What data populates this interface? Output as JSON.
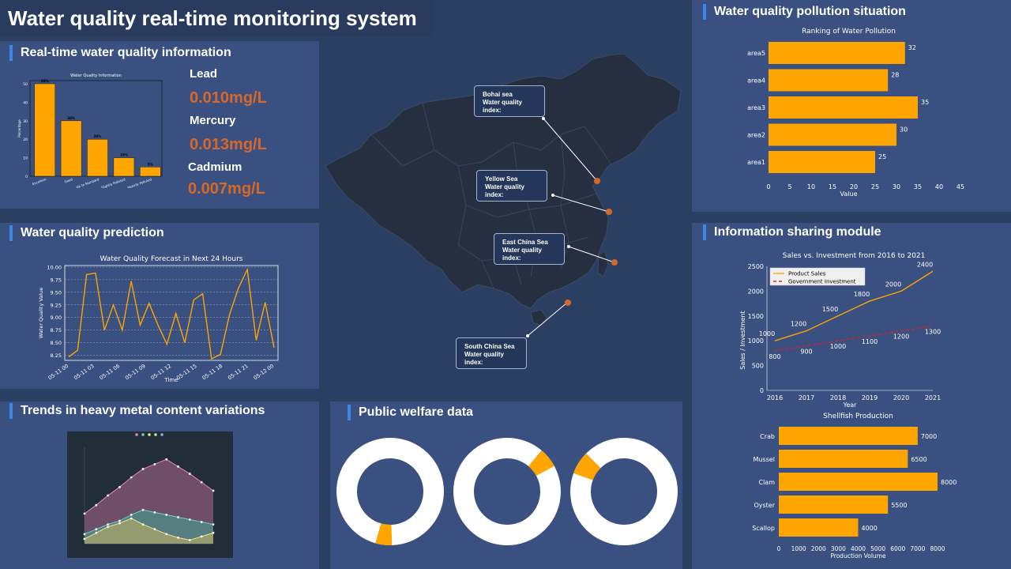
{
  "header": {
    "title": "Water quality real-time monitoring system"
  },
  "sections": {
    "realtime": "Real-time water quality information",
    "prediction": "Water quality prediction",
    "trends": "Trends in heavy metal content variations",
    "welfare": "Public welfare data",
    "pollution": "Water quality pollution situation",
    "sharing": "Information sharing module"
  },
  "metals": [
    {
      "name": "Lead",
      "value": "0.010mg/L"
    },
    {
      "name": "Mercury",
      "value": "0.013mg/L"
    },
    {
      "name": "Cadmium",
      "value": "0.007mg/L"
    }
  ],
  "map": {
    "callouts": [
      {
        "label": "Bohai sea\nWater quality\nindex:"
      },
      {
        "label": "Yellow Sea\nWater quality\nindex:"
      },
      {
        "label": "East China Sea\nWater quality\nindex:"
      },
      {
        "label": "South China Sea\nWater quality\nindex:"
      }
    ],
    "marker_color": "#d8682a"
  },
  "colors": {
    "accent": "#ffa500",
    "panel": "#3a5080",
    "background": "#2b3f63"
  },
  "chart_data": [
    {
      "id": "quality-info",
      "type": "bar",
      "title": "Water Quality Information",
      "ylabel": "Percentage",
      "categories": [
        "Excellent",
        "Good",
        "Up to Standard",
        "Slightly Polluted",
        "Heavily Polluted"
      ],
      "values": [
        50,
        30,
        20,
        10,
        5
      ],
      "labels": [
        "50%",
        "30%",
        "20%",
        "10%",
        "5%"
      ],
      "ylim": [
        0,
        50
      ],
      "yticks": [
        0,
        10,
        20,
        30,
        40,
        50
      ]
    },
    {
      "id": "forecast",
      "type": "line",
      "title": "Water Quality Forecast in Next 24 Hours",
      "xlabel": "Time",
      "ylabel": "Water Quality Value",
      "xticks": [
        "05-11 00",
        "05-11 03",
        "05-11 06",
        "05-11 09",
        "05-11 12",
        "05-11 15",
        "05-11 18",
        "05-11 21",
        "05-12 00"
      ],
      "yticks": [
        "8.25",
        "8.50",
        "8.75",
        "9.00",
        "9.25",
        "9.50",
        "9.75",
        "10.00"
      ],
      "ylim": [
        8.15,
        10.03
      ],
      "values": [
        8.22,
        8.35,
        9.85,
        9.88,
        8.75,
        9.25,
        8.75,
        9.72,
        8.85,
        9.28,
        8.85,
        8.47,
        9.08,
        8.5,
        9.35,
        9.47,
        8.18,
        8.27,
        9.05,
        9.58,
        9.95,
        8.55,
        9.3,
        8.4
      ]
    },
    {
      "id": "heavy-metal",
      "type": "area",
      "series": [
        {
          "values": [
            2.5,
            3.2,
            4.0,
            4.7,
            5.5,
            6.2,
            6.6,
            7.0,
            6.4,
            5.8,
            5.1,
            4.4
          ]
        },
        {
          "values": [
            0.8,
            1.2,
            1.6,
            1.9,
            2.4,
            2.8,
            2.6,
            2.4,
            2.2,
            2.0,
            1.8,
            1.6
          ]
        },
        {
          "values": [
            0.4,
            0.9,
            1.4,
            1.7,
            2.1,
            1.6,
            1.2,
            0.8,
            0.5,
            0.3,
            0.6,
            0.9
          ]
        }
      ]
    },
    {
      "id": "donuts",
      "type": "pie",
      "values": [
        0.05,
        0.06,
        0.07
      ]
    },
    {
      "id": "ranking",
      "type": "bar",
      "title": "Ranking of Water Pollution",
      "xlabel": "Value",
      "categories": [
        "area5",
        "area4",
        "area3",
        "area2",
        "area1"
      ],
      "values": [
        32,
        28,
        35,
        30,
        25
      ],
      "xlim": [
        0,
        45
      ],
      "xticks": [
        0,
        5,
        10,
        15,
        20,
        25,
        30,
        35,
        40,
        45
      ]
    },
    {
      "id": "sales-investment",
      "type": "line",
      "title": "Sales vs. Investment from 2016 to 2021",
      "xlabel": "Year",
      "ylabel": "Sales / Investment",
      "x": [
        2016,
        2017,
        2018,
        2019,
        2020,
        2021
      ],
      "ylim": [
        0,
        2500
      ],
      "yticks": [
        0,
        500,
        1000,
        1500,
        2000,
        2500
      ],
      "series": [
        {
          "name": "Product Sales",
          "values": [
            1000,
            1200,
            1500,
            1800,
            2000,
            2400
          ]
        },
        {
          "name": "Government Investment",
          "values": [
            800,
            900,
            1000,
            1100,
            1200,
            1300
          ]
        }
      ]
    },
    {
      "id": "shellfish",
      "type": "bar",
      "title": "Shellfish Production",
      "xlabel": "Production Volume",
      "categories": [
        "Crab",
        "Mussel",
        "Clam",
        "Oyster",
        "Scallop"
      ],
      "values": [
        7000,
        6500,
        8000,
        5500,
        4000
      ],
      "xlim": [
        0,
        8000
      ],
      "xticks": [
        0,
        1000,
        2000,
        3000,
        4000,
        5000,
        6000,
        7000,
        8000
      ]
    }
  ]
}
